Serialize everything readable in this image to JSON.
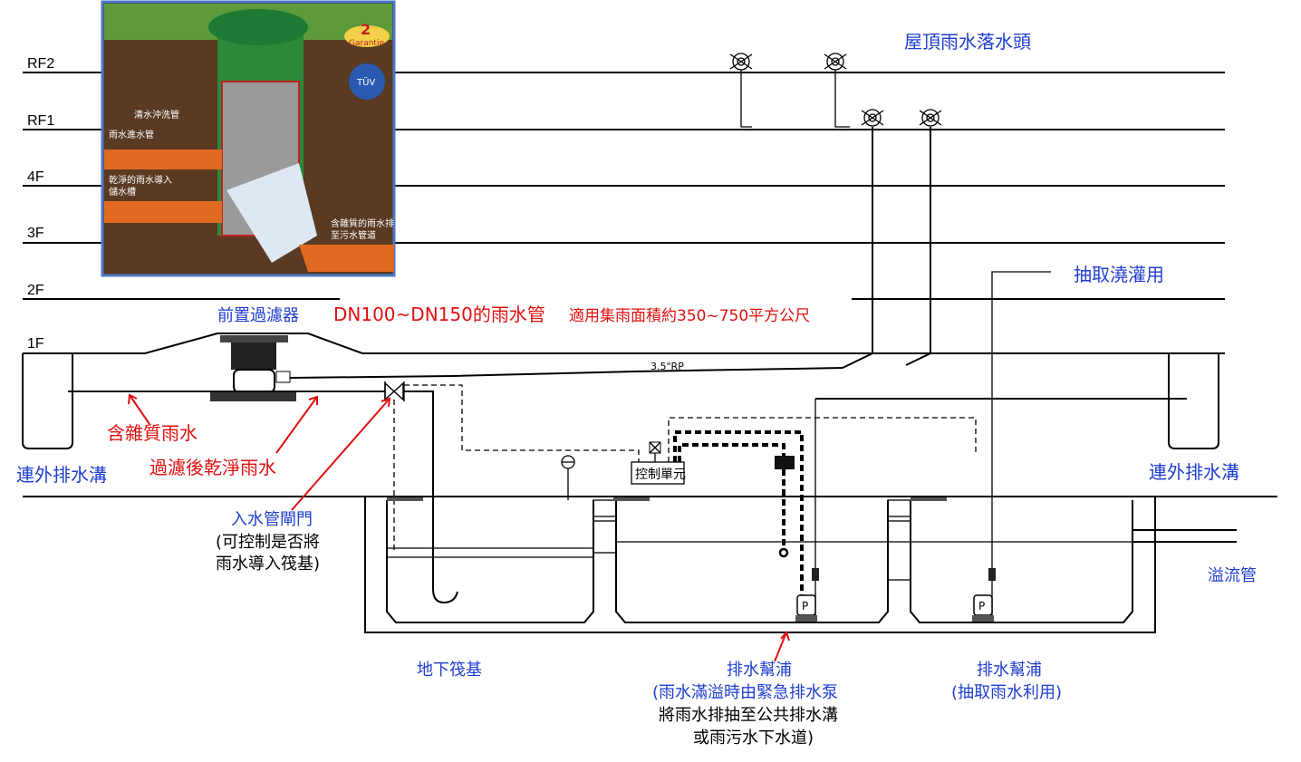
{
  "floors": [
    "RF2",
    "RF1",
    "4F",
    "3F",
    "2F",
    "1F"
  ],
  "labels": {
    "roof_drain": "屋頂雨水落水頭",
    "irrigation": "抽取澆灌用",
    "prefilter": "前置過濾器",
    "pipe_size": "DN100~DN150的雨水管",
    "catchment": "適用集雨面積約350~750平方公尺",
    "pipe_code": "3.5\"RP",
    "dirty_water": "含雜質雨水",
    "clean_water": "過濾後乾淨雨水",
    "ditch_left": "連外排水溝",
    "ditch_right": "連外排水溝",
    "inlet_valve": "入水管閘門",
    "inlet_valve_note1": "(可控制是否將",
    "inlet_valve_note2": "雨水導入筏基)",
    "control_unit": "控制單元",
    "overflow": "溢流管",
    "raft": "地下筏基",
    "pump1": "排水幫浦",
    "pump1_note1": "(雨水滿溢時由緊急排水泵",
    "pump1_note2": "將雨水排抽至公共排水溝",
    "pump1_note3": "或雨污水下水道)",
    "pump2": "排水幫浦",
    "pump2_note": "(抽取雨水利用)"
  },
  "photo": {
    "badge_number": "2",
    "badge_text": "Garantie",
    "cert": "TÜV",
    "callouts": [
      "清水沖洗管",
      "雨水進水管",
      "乾淨的雨水導入",
      "儲水槽",
      "含雜質的雨水排",
      "至污水管道"
    ]
  },
  "colors": {
    "blue": "#1f3fcf",
    "red": "#e01010",
    "frame": "#4a78c8"
  }
}
